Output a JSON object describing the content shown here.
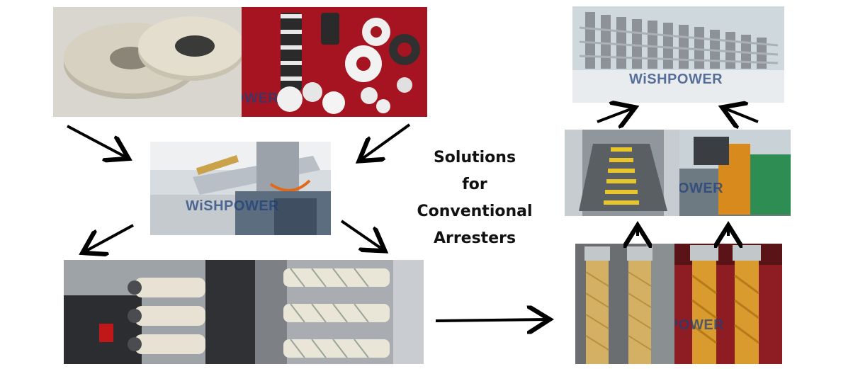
{
  "title_lines": [
    "Solutions",
    "for",
    "Conventional",
    "Arresters"
  ],
  "watermark": "WiSHPOWER",
  "colors": {
    "arrow": "#000000",
    "watermark": "#1f3f7a",
    "tape": "#c9c3b0",
    "discs_bg": "#a51420",
    "fiberglass": "#d9a43a",
    "housing": "#8e1c23"
  }
}
